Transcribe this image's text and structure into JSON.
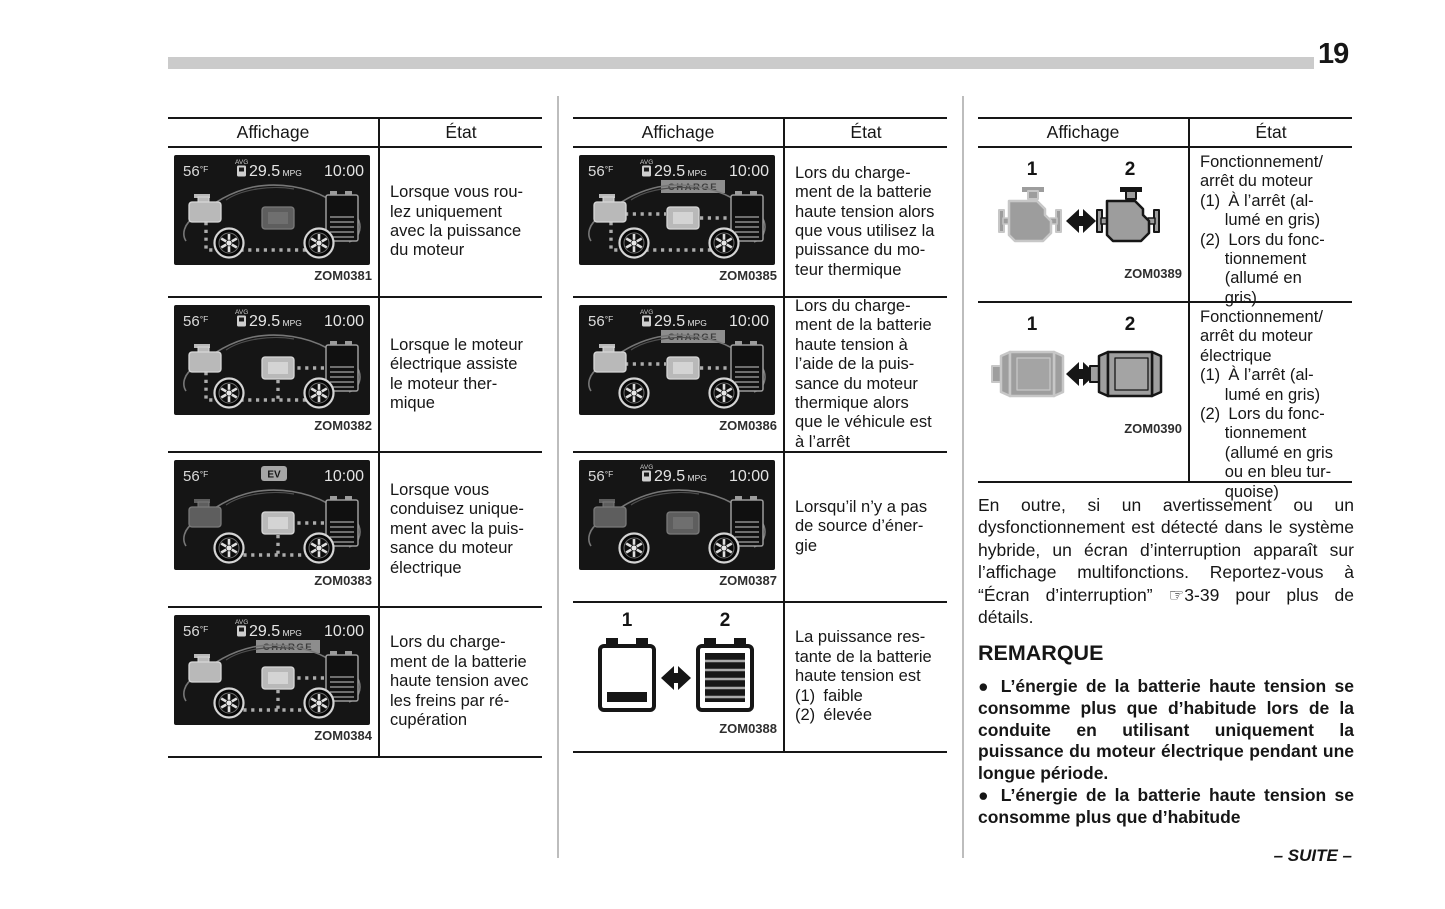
{
  "page": {
    "number": "19",
    "continuation": "– SUITE –"
  },
  "display_screen": {
    "temp": "56",
    "temp_unit": "°F",
    "avg_label": "AVG",
    "mpg_value": "29.5",
    "mpg_unit": "MPG",
    "time": "10:00",
    "ev_label": "EV"
  },
  "tables": [
    {
      "position": "left",
      "headers": {
        "display": "Affichage",
        "state": "État"
      },
      "rows": [
        {
          "kind": "car",
          "code": "ZOM0381",
          "ev": false,
          "badge": "",
          "engine_on": true,
          "motor_on": false,
          "flow": "engine",
          "state": "Lorsque vous rou-\nlez uniquement\navec la puissance\ndu moteur"
        },
        {
          "kind": "car",
          "code": "ZOM0382",
          "ev": false,
          "badge": "",
          "engine_on": true,
          "motor_on": true,
          "flow": "assist",
          "state": "Lorsque le moteur\nélectrique assiste\nle moteur ther-\nmique"
        },
        {
          "kind": "car",
          "code": "ZOM0383",
          "ev": true,
          "badge": "",
          "engine_on": false,
          "motor_on": true,
          "flow": "ev",
          "state": "Lorsque vous\nconduisez unique-\nment avec la puis-\nsance du moteur\nélectrique"
        },
        {
          "kind": "car",
          "code": "ZOM0384",
          "ev": false,
          "badge": "CHARGE",
          "engine_on": true,
          "motor_on": true,
          "flow": "regen",
          "state": "Lors du charge-\nment de la batterie\nhaute tension avec\nles freins par ré-\ncupération"
        }
      ]
    },
    {
      "position": "middle",
      "headers": {
        "display": "Affichage",
        "state": "État"
      },
      "rows": [
        {
          "kind": "car",
          "code": "ZOM0385",
          "ev": false,
          "badge": "CHARGE",
          "engine_on": true,
          "motor_on": true,
          "flow": "charge-drive",
          "state": "Lors du charge-\nment de la batterie\nhaute tension alors\nque vous utilisez la\npuissance du mo-\nteur thermique"
        },
        {
          "kind": "car",
          "code": "ZOM0386",
          "ev": false,
          "badge": "CHARGE",
          "engine_on": true,
          "motor_on": true,
          "flow": "charge-stop",
          "state": "Lors du charge-\nment de la batterie\nhaute tension à\nl’aide de la puis-\nsance du moteur\nthermique alors\nque le véhicule est\nà l’arrêt"
        },
        {
          "kind": "car",
          "code": "ZOM0387",
          "ev": false,
          "badge": "",
          "engine_on": false,
          "motor_on": false,
          "flow": "none",
          "state": "Lorsqu’il n’y a pas\nde source d’éner-\ngie"
        },
        {
          "kind": "battery",
          "code": "ZOM0388",
          "label1": "1",
          "label2": "2",
          "state": "La puissance res-\ntante de la batterie\nhaute tension est\n(1) faible\n(2) élevée"
        }
      ]
    },
    {
      "position": "right",
      "headers": {
        "display": "Affichage",
        "state": "État"
      },
      "rows": [
        {
          "kind": "engine",
          "code": "ZOM0389",
          "label1": "1",
          "label2": "2",
          "state": "Fonctionnement/\narrêt du moteur\n(1) À l’arrêt (al-\n  lumé en gris)\n(2) Lors du fonc-\n  tionnement\n  (allumé en\n  gris)"
        },
        {
          "kind": "motor",
          "code": "ZOM0390",
          "label1": "1",
          "label2": "2",
          "state": "Fonctionnement/\narrêt du moteur\nélectrique\n(1) À l’arrêt (al-\n  lumé en gris)\n(2) Lors du fonc-\n  tionnement\n  (allumé en gris\n  ou en bleu tur-\n  quoise)"
        }
      ]
    }
  ],
  "aside": {
    "paragraph": "En outre, si un avertissement ou un dysfonctionnement est détecté dans le système hybride, un écran d’interruption apparaît sur l’affichage multifonctions. Reportez-vous à “Écran d’interruption” ☞3-39 pour plus de détails.",
    "note_title": "REMARQUE",
    "notes": [
      "● L’énergie de la batterie haute tension se consomme plus que d’habitude lors de la conduite en utilisant uniquement la puissance du moteur électrique pendant une longue période.",
      "● L’énergie de la batterie haute tension se consomme plus que d’habitude"
    ]
  }
}
